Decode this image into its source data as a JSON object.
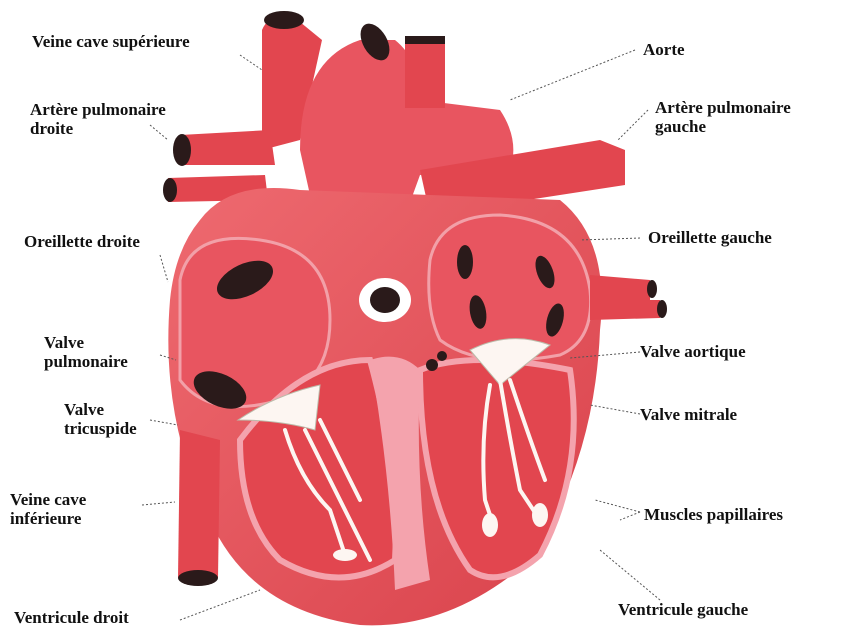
{
  "labels": {
    "veine_cave_superieure": "Veine cave supérieure",
    "aorte": "Aorte",
    "artere_pulmonaire_droite_1": "Artère pulmonaire",
    "artere_pulmonaire_droite_2": "droite",
    "artere_pulmonaire_gauche_1": "Artère pulmonaire",
    "artere_pulmonaire_gauche_2": "gauche",
    "oreillette_droite": "Oreillette droite",
    "oreillette_gauche": "Oreillette gauche",
    "valve_pulmonaire_1": "Valve",
    "valve_pulmonaire_2": "pulmonaire",
    "valve_aortique": "Valve aortique",
    "valve_tricuspide_1": "Valve",
    "valve_tricuspide_2": "tricuspide",
    "valve_mitrale": "Valve mitrale",
    "veine_cave_inferieure_1": "Veine cave",
    "veine_cave_inferieure_2": "inférieure",
    "muscles_papillaires": "Muscles papillaires",
    "ventricule_droit": "Ventricule droit",
    "ventricule_gauche": "Ventricule gauche"
  },
  "colors": {
    "heart_red": "#e8525a",
    "heart_dark": "#c73a44",
    "chamber_pink": "#f4a3ad",
    "vessel_red": "#e2464f",
    "dark_hole": "#2a1a1a",
    "leader": "#555555",
    "tendon": "#fdf6f2"
  }
}
